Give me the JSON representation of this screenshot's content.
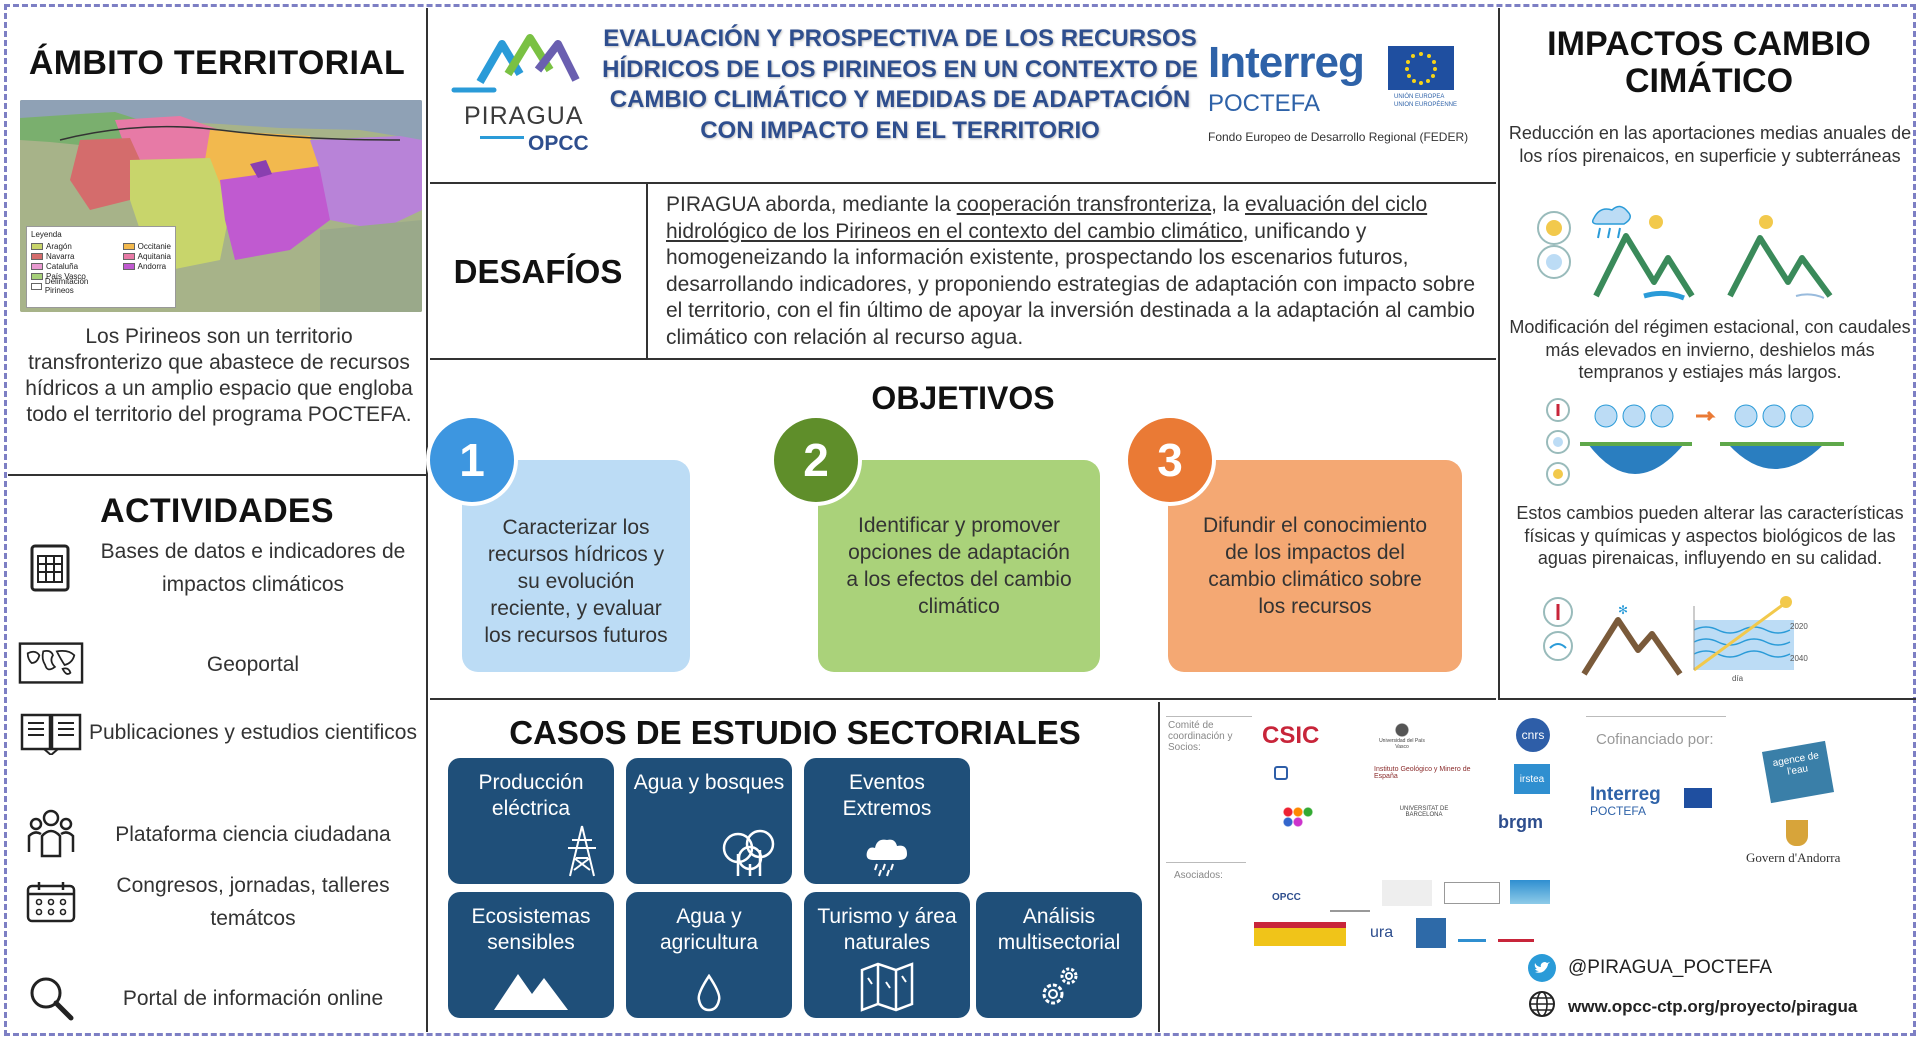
{
  "left": {
    "territory_title": "ÁMBITO TERRITORIAL",
    "legend": {
      "title": "Leyenda",
      "items": [
        {
          "label": "Aragón",
          "color": "#c8d56b"
        },
        {
          "label": "Navarra",
          "color": "#d46c6c"
        },
        {
          "label": "Cataluña",
          "color": "#e89ad0"
        },
        {
          "label": "País Vasco",
          "color": "#a6d07a"
        },
        {
          "label": "Delimitación Pirineos",
          "color": "#ffffff"
        },
        {
          "label": "Occitanie",
          "color": "#f2b94e"
        },
        {
          "label": "Aquitania",
          "color": "#e77aa6"
        },
        {
          "label": "Andorra",
          "color": "#c05ad0"
        }
      ]
    },
    "territory_description": "Los Pirineos son un territorio transfronterizo que abastece de recursos hídricos a un amplio espacio que engloba todo el territorio del programa POCTEFA.",
    "activities_title": "ACTIVIDADES",
    "activities": [
      {
        "icon": "database-icon",
        "label": "Bases de datos e indicadores de impactos climáticos"
      },
      {
        "icon": "world-map-icon",
        "label": "Geoportal"
      },
      {
        "icon": "open-book-icon",
        "label": "Publicaciones y estudios cientificos"
      },
      {
        "icon": "people-icon",
        "label": "Plataforma ciencia ciudadana"
      },
      {
        "icon": "calendar-icon",
        "label": "Congresos, jornadas, talleres temátcos"
      },
      {
        "icon": "magnifier-icon",
        "label": "Portal de información online"
      }
    ]
  },
  "header": {
    "piragua_logo_text": "PIRAGUA",
    "opcc_logo_text": "OPCC",
    "title": "EVALUACIÓN Y PROSPECTIVA DE LOS RECURSOS HÍDRICOS DE LOS PIRINEOS EN UN CONTEXTO DE CAMBIO CLIMÁTICO Y MEDIDAS DE ADAPTACIÓN CON IMPACTO EN EL TERRITORIO",
    "interreg_logo_text": "Interreg",
    "poctefa_text": "POCTEFA",
    "eu_text_1": "UNIÓN EUROPEA",
    "eu_text_2": "UNION EUROPÉENNE",
    "feder_text": "Fondo Europeo de Desarrollo Regional (FEDER)"
  },
  "challenges": {
    "label": "DESAFÍOS",
    "text_1": "PIRAGUA aborda, mediante la ",
    "link_1": "cooperación transfronteriza",
    "text_2": ", la ",
    "link_2": "evaluación del ciclo hidrológico de los Pirineos en el contexto del cambio climático",
    "text_3": ", unificando y homogeneizando la información existente, prospectando los escenarios futuros, desarrollando indicadores, y proponiendo estrategias de adaptación con impacto sobre el territorio, con el fin último de apoyar la inversión destinada a la adaptación al cambio climático con relación al recurso agua."
  },
  "objectives": {
    "title": "OBJETIVOS",
    "items": [
      {
        "number": "1",
        "text": "Caracterizar los recursos hídricos y su evolución reciente, y evaluar los recursos futuros",
        "card_color": "#bcdcf5",
        "circle_color": "#3d96e0"
      },
      {
        "number": "2",
        "text": "Identificar y promover opciones de adaptación a los efectos del cambio climático",
        "card_color": "#aad27a",
        "circle_color": "#5f8e2a"
      },
      {
        "number": "3",
        "text": "Difundir el conocimiento de los impactos del cambio climático sobre los recursos",
        "card_color": "#f4a873",
        "circle_color": "#ea7a35"
      }
    ]
  },
  "cases": {
    "title": "CASOS DE ESTUDIO SECTORIALES",
    "items": [
      {
        "label": "Producción eléctrica",
        "icon": "power-tower-icon"
      },
      {
        "label": "Agua y bosques",
        "icon": "trees-icon"
      },
      {
        "label": "Eventos Extremos",
        "icon": "storm-cloud-icon"
      },
      {
        "label": "Ecosistemas sensibles",
        "icon": "mountains-icon"
      },
      {
        "label": "Agua y agricultura",
        "icon": "water-drop-icon"
      },
      {
        "label": "Turismo y área naturales",
        "icon": "folded-map-icon"
      },
      {
        "label": "Análisis multisectorial",
        "icon": "gears-icon"
      }
    ],
    "color": "#1f4f79"
  },
  "partners": {
    "committee_label": "Comité de coordinación y Socios:",
    "associates_label": "Asociados:",
    "cofinanced_label": "Cofinanciado por:",
    "csic": "CSIC",
    "igme": "Instituto Geológico y Minero de España",
    "ub": "UNIVERSITAT DE BARCELONA",
    "brgm": "brgm",
    "istea": "irstea",
    "upv": "Universidad del País Vasco",
    "cnrs": "cnrs",
    "eau": "agence de l'eau",
    "andorra": "Govern d'Andorra",
    "opcc": "OPCC",
    "ura": "ura",
    "interreg": "Interreg",
    "poctefa": "POCTEFA",
    "twitter": "@PIRAGUA_POCTEFA",
    "website": "www.opcc-ctp.org/proyecto/piragua"
  },
  "impacts": {
    "title": "IMPACTOS CAMBIO CIMÁTICO",
    "text_1": "Reducción en las aportaciones medias anuales de los ríos pirenaicos, en superficie y subterráneas",
    "text_2": "Modificación del régimen estacional, con caudales más elevados en invierno, deshielos más tempranos y estiajes más largos.",
    "text_3": "Estos cambios pueden alterar las características físicas y químicas y aspectos biológicos de las aguas pirenaicas, influyendo en su calidad.",
    "year_1": "2020",
    "year_2": "2040",
    "day_label": "día"
  }
}
